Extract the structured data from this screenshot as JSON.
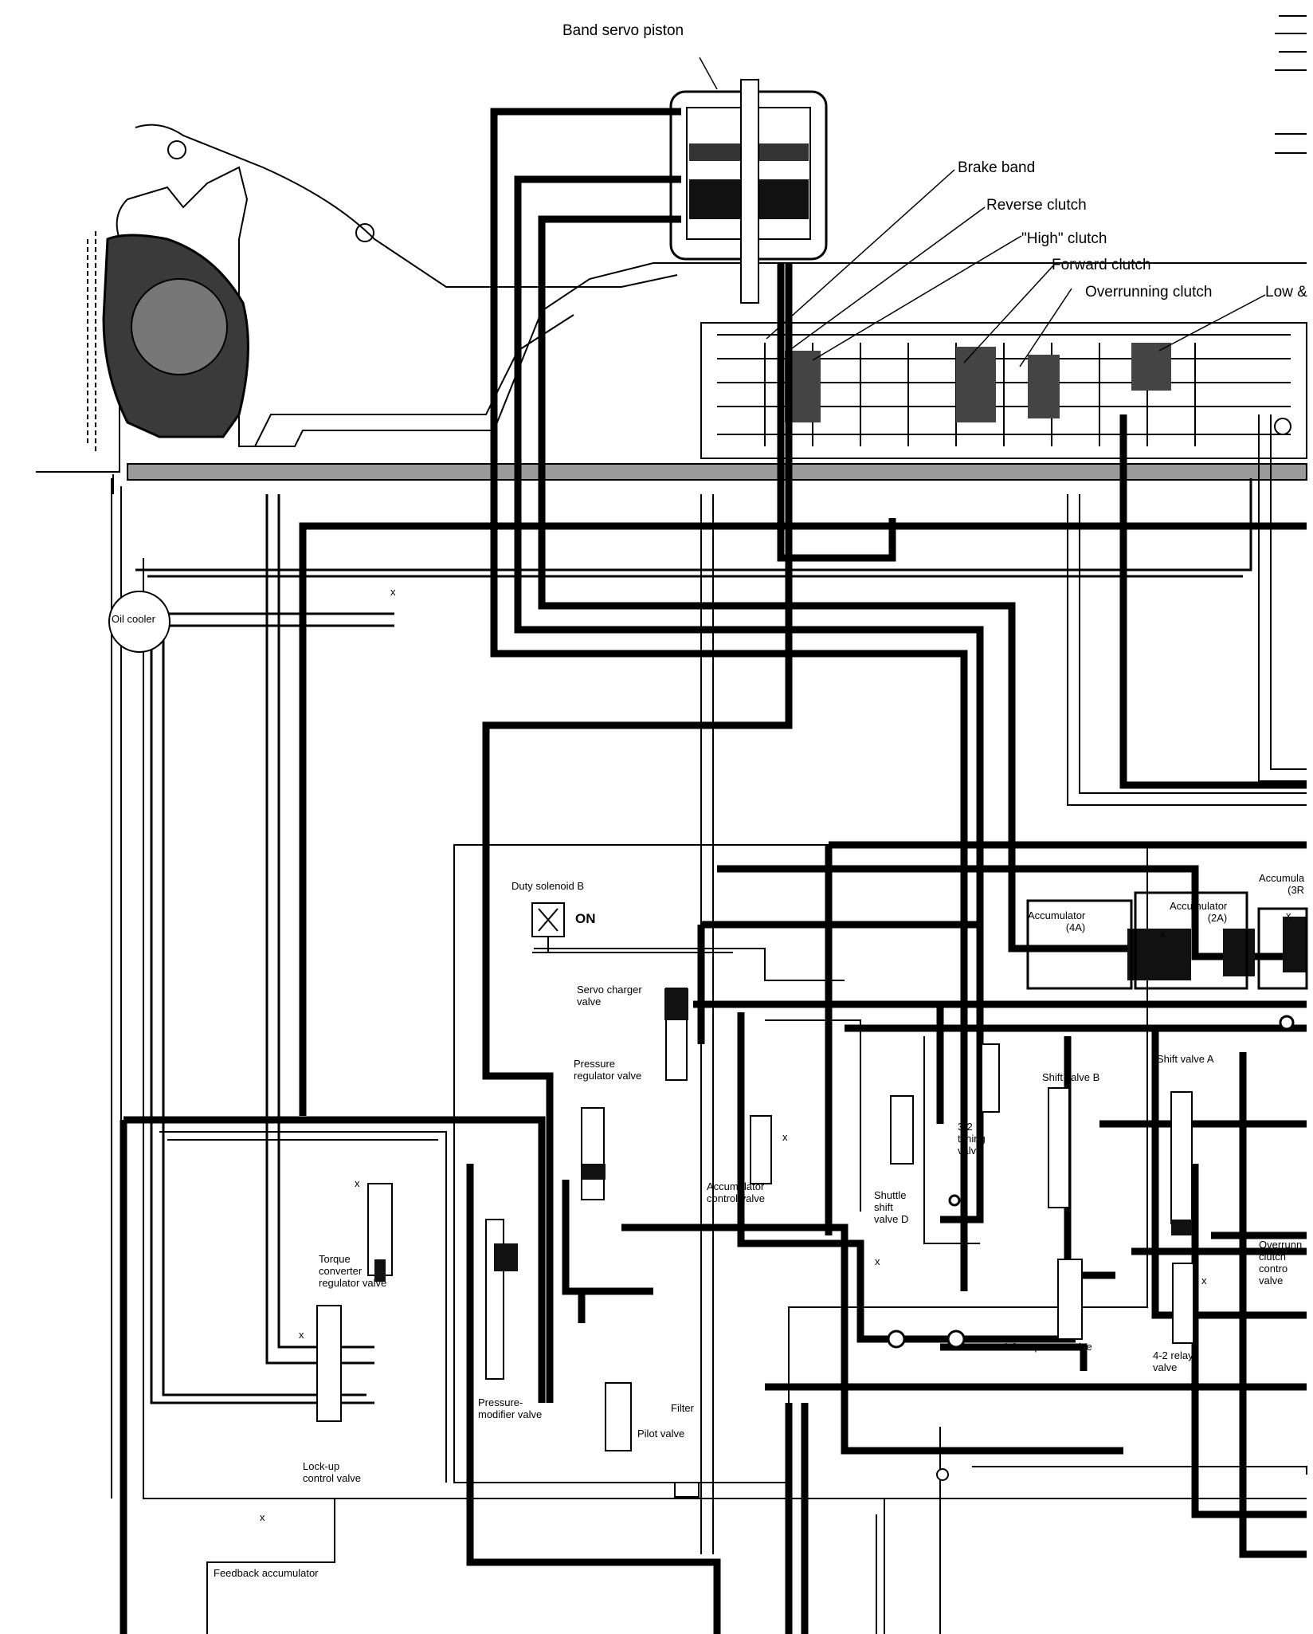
{
  "labels": {
    "band_servo_piston": "Band servo piston",
    "brake_band": "Brake band",
    "reverse_clutch": "Reverse clutch",
    "high_clutch": "\"High\" clutch",
    "forward_clutch": "Forward clutch",
    "overrunning_clutch": "Overrunning clutch",
    "low_partial": "Low &",
    "oil_cooler": "Oil cooler",
    "duty_solenoid_b": "Duty solenoid B",
    "duty_state": "ON",
    "servo_charger_valve": "Servo charger\nvalve",
    "pressure_regulator_valve": "Pressure\nregulator valve",
    "accumulator_control_valve": "Accumulator\ncontrol valve",
    "shuttle_shift_valve_d": "Shuttle\nshift\nvalve D",
    "timing_valve_32": "3-2\ntiming\nvalve",
    "shift_valve_b": "Shift valve B",
    "shift_valve_a": "Shift valve A",
    "accumulator_4a": "Accumulator\n(4A)",
    "accumulator_2a": "Accumulator\n(2A)",
    "accumulator_3r_partial": "Accumula\n(3R",
    "torque_converter_regulator_valve": "Torque\nconverter\nregulator valve",
    "pressure_modifier_valve": "Pressure-\nmodifier valve",
    "filter": "Filter",
    "pilot_valve": "Pilot valve",
    "sequence_valve_42": "4-2 sequence valve",
    "relay_valve_42": "4-2 relay\nvalve",
    "overrunning_clutch_control_partial": "Overrunn\nclutch\ncontro\nvalve",
    "lockup_control_valve": "Lock-up\ncontrol valve",
    "feedback_accumulator": "Feedback accumulator",
    "drain_mark": "x"
  },
  "colors": {
    "line": "#000000",
    "paper": "#ffffff",
    "shade": "#9a9a9a"
  }
}
